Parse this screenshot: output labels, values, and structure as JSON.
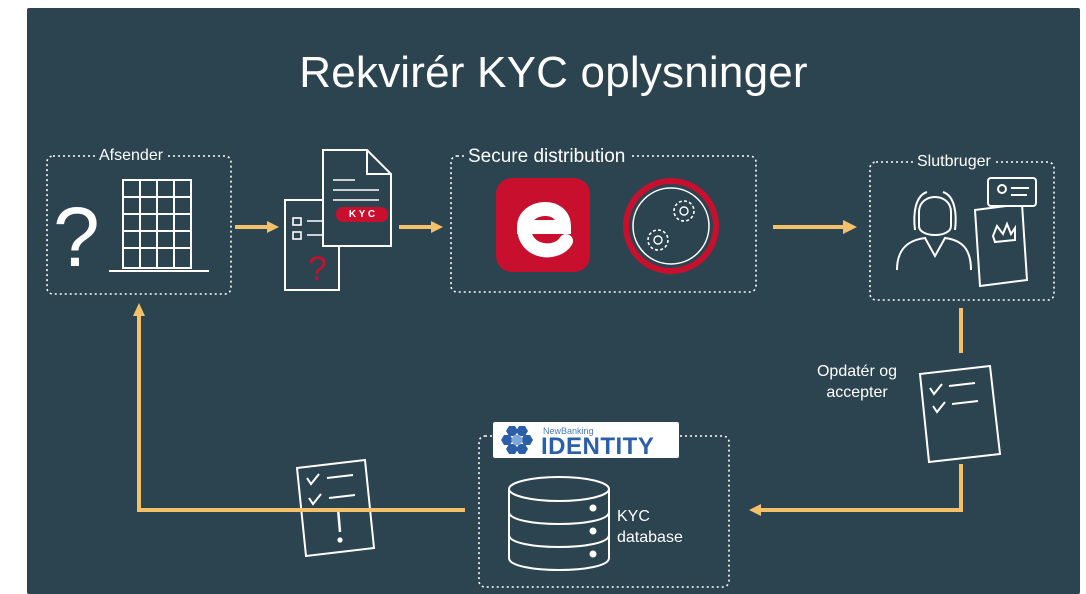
{
  "title": "Rekvirér KYC oplysninger",
  "sender": {
    "label": "Afsender"
  },
  "document": {
    "badge": "K Y C"
  },
  "distribution": {
    "label": "Secure distribution"
  },
  "end_user": {
    "label": "Slutbruger"
  },
  "update_step": {
    "line1": "Opdatér og",
    "line2": "accepter"
  },
  "identity": {
    "small": "NewBanking",
    "brand": "IDENTITY"
  },
  "database": {
    "line1": "KYC",
    "line2": "database"
  },
  "colors": {
    "background": "#2c4350",
    "arrow": "#f5c06a",
    "accent_red": "#c8102e",
    "line": "#ffffff"
  }
}
